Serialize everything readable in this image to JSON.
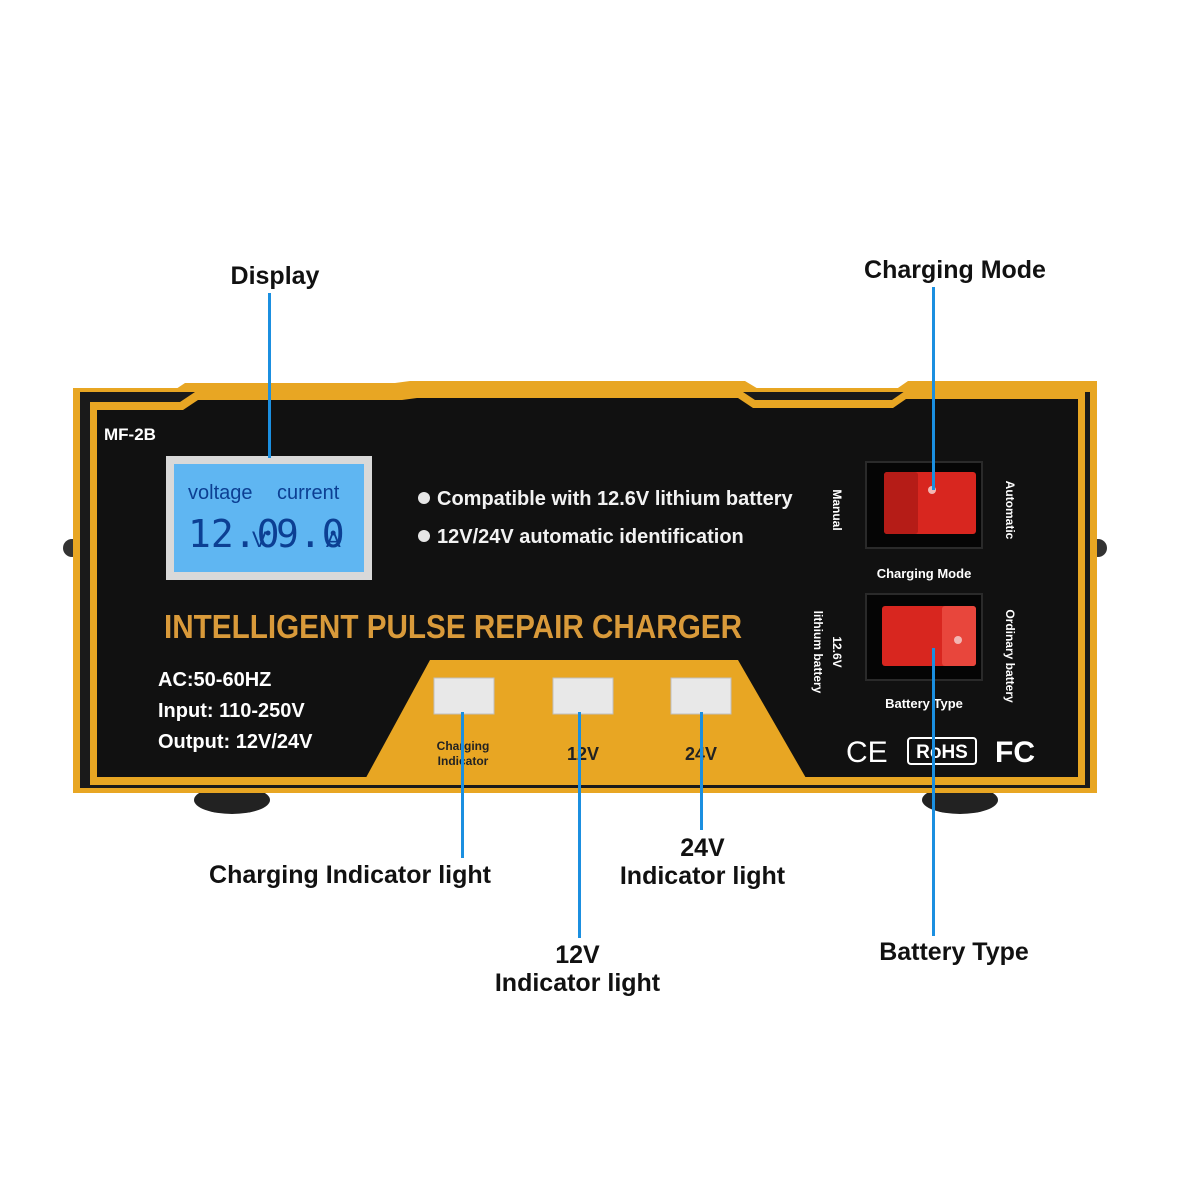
{
  "callouts": {
    "display": "Display",
    "charging_mode": "Charging Mode",
    "charging_indicator": "Charging Indicator light",
    "ind24_line1": "24V",
    "ind24_line2": "Indicator light",
    "ind12_line1": "12V",
    "ind12_line2": "Indicator light",
    "battery_type": "Battery Type"
  },
  "panel": {
    "model": "MF-2B",
    "lcd_voltage_label": "voltage",
    "lcd_current_label": "current",
    "lcd_voltage_value": "12.0",
    "lcd_voltage_unit": "V",
    "lcd_current_value": "9.0",
    "lcd_current_unit": "A",
    "feature_1": "Compatible with 12.6V lithium battery",
    "feature_2": "12V/24V automatic identification",
    "headline": "INTELLIGENT PULSE REPAIR CHARGER",
    "spec_ac": "AC:50-60HZ",
    "spec_input": "Input: 110-250V",
    "spec_output": "Output: 12V/24V",
    "indicator_charging_line1": "Charging",
    "indicator_charging_line2": "Indicator",
    "indicator_12v": "12V",
    "indicator_24v": "24V",
    "switch1_left": "Manual",
    "switch1_right": "Automatic",
    "switch1_caption": "Charging Mode",
    "switch2_left_line1": "12.6V",
    "switch2_left_line2": "lithium battery",
    "switch2_right": "Ordinary battery",
    "switch2_caption": "Battery Type",
    "cert_ce": "CE",
    "cert_rohs": "RoHS",
    "cert_fc": "FC"
  },
  "colors": {
    "accent_gold": "#e8a623",
    "panel_black": "#111111",
    "lcd_blue": "#5fb6f2",
    "leader_blue": "#1b8fe0",
    "switch_red": "#d8261f",
    "headline_gold": "#d99a3a"
  }
}
